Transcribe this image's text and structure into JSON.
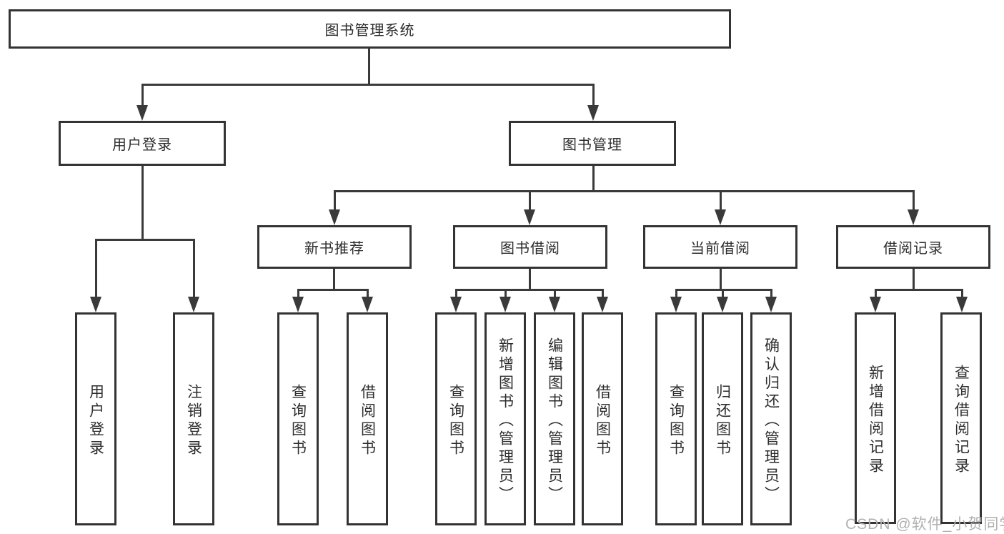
{
  "tree": {
    "root": "图书管理系统",
    "level2": [
      {
        "label": "用户登录",
        "children": [
          "用户登录",
          "注销登录"
        ]
      },
      {
        "label": "图书管理"
      }
    ],
    "level3": [
      {
        "label": "新书推荐",
        "children": [
          "查询图书",
          "借阅图书"
        ]
      },
      {
        "label": "图书借阅",
        "children": [
          "查询图书",
          "新增图书（管理员）",
          "编辑图书（管理员）",
          "借阅图书"
        ]
      },
      {
        "label": "当前借阅",
        "children": [
          "查询图书",
          "归还图书",
          "确认归还（管理员）"
        ]
      },
      {
        "label": "借阅记录",
        "children": [
          "新增借阅记录",
          "查询借阅记录"
        ]
      }
    ]
  },
  "watermark": "CSDN @软件_小贺同学",
  "colors": {
    "line": "#3a3a3a",
    "border": "#333333",
    "text": "#2d2d2d",
    "watermark": "#b3b0b0"
  }
}
